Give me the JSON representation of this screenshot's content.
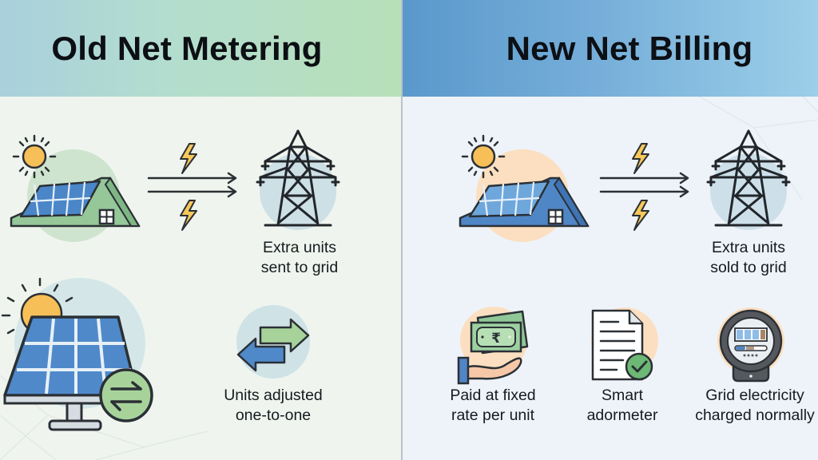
{
  "left_panel": {
    "title": "Old Net Metering",
    "header_gradient": [
      "#a9d0dc",
      "#b7e0b8"
    ],
    "icons": {
      "top_left": "solar-house-sun-icon",
      "flow": "lightning-double-arrow-icon",
      "grid": "transmission-tower-icon",
      "bottom_left": "solar-panel-exchange-icon",
      "exchange": "bidirectional-arrows-icon"
    },
    "captions": {
      "grid_line1": "Extra units",
      "grid_line2": "sent to grid",
      "exchange_line1": "Units adjusted",
      "exchange_line2": "one-to-one"
    },
    "accent_color": "#8fc796"
  },
  "right_panel": {
    "title": "New Net Billing",
    "header_gradient": [
      "#5a98cc",
      "#9ccfe8"
    ],
    "icons": {
      "top_left": "solar-house-sun-icon",
      "flow": "lightning-double-arrow-icon",
      "grid": "transmission-tower-icon",
      "payment": "hand-rupee-money-icon",
      "document": "document-check-icon",
      "meter": "electricity-meter-icon"
    },
    "captions": {
      "grid_line1": "Extra units",
      "grid_line2": "sold to grid",
      "payment_line1": "Paid at fixed",
      "payment_line2": "rate per unit",
      "meter_doc_line1": "Smart",
      "meter_doc_line2": "adormeter",
      "grid_charge_line1": "Grid electricity",
      "grid_charge_line2": "charged normally"
    },
    "currency_symbol": "₹",
    "accent_color": "#4f86c6"
  }
}
